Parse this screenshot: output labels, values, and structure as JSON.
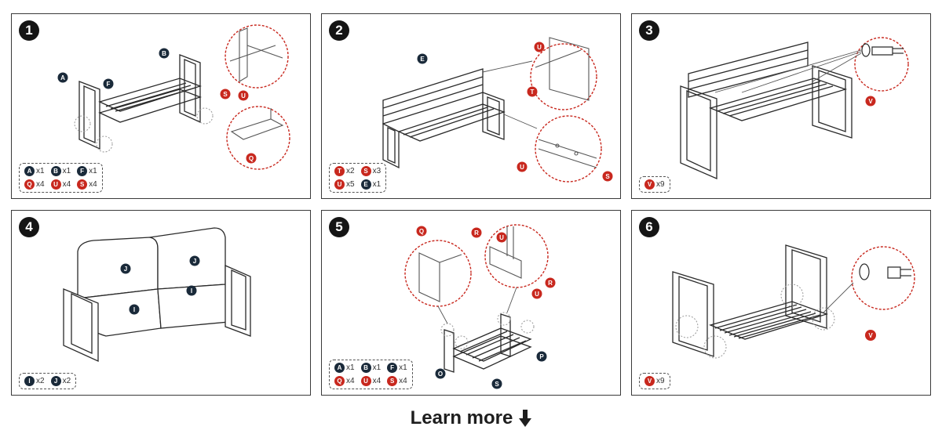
{
  "colors": {
    "dark_badge": "#1a2a3a",
    "red_badge": "#c8281e",
    "line": "#2a2a2a",
    "callout": "#c8281e"
  },
  "steps": [
    {
      "number": "1",
      "legend": [
        [
          {
            "letter": "A",
            "qty": "x1",
            "color": "dark"
          },
          {
            "letter": "B",
            "qty": "x1",
            "color": "dark"
          },
          {
            "letter": "F",
            "qty": "x1",
            "color": "dark"
          }
        ],
        [
          {
            "letter": "Q",
            "qty": "x4",
            "color": "red"
          },
          {
            "letter": "U",
            "qty": "x4",
            "color": "red"
          },
          {
            "letter": "S",
            "qty": "x4",
            "color": "red"
          }
        ]
      ],
      "labels": [
        "A",
        "B",
        "F",
        "S",
        "U",
        "Q"
      ]
    },
    {
      "number": "2",
      "legend": [
        [
          {
            "letter": "T",
            "qty": "x2",
            "color": "red"
          },
          {
            "letter": "S",
            "qty": "x3",
            "color": "red"
          }
        ],
        [
          {
            "letter": "U",
            "qty": "x5",
            "color": "red"
          },
          {
            "letter": "E",
            "qty": "x1",
            "color": "dark"
          }
        ]
      ],
      "labels": [
        "E",
        "U",
        "T",
        "U",
        "S"
      ]
    },
    {
      "number": "3",
      "legend": [
        [
          {
            "letter": "V",
            "qty": "x9",
            "color": "red"
          }
        ]
      ],
      "labels": [
        "V"
      ]
    },
    {
      "number": "4",
      "legend": [
        [
          {
            "letter": "I",
            "qty": "x2",
            "color": "dark"
          },
          {
            "letter": "J",
            "qty": "x2",
            "color": "dark"
          }
        ]
      ],
      "labels": [
        "J",
        "J",
        "I",
        "I"
      ]
    },
    {
      "number": "5",
      "legend": [
        [
          {
            "letter": "A",
            "qty": "x1",
            "color": "dark"
          },
          {
            "letter": "B",
            "qty": "x1",
            "color": "dark"
          },
          {
            "letter": "F",
            "qty": "x1",
            "color": "dark"
          }
        ],
        [
          {
            "letter": "Q",
            "qty": "x4",
            "color": "red"
          },
          {
            "letter": "U",
            "qty": "x4",
            "color": "red"
          },
          {
            "letter": "S",
            "qty": "x4",
            "color": "red"
          }
        ]
      ],
      "labels": [
        "Q",
        "R",
        "U",
        "R",
        "U",
        "P",
        "O",
        "S"
      ]
    },
    {
      "number": "6",
      "legend": [
        [
          {
            "letter": "V",
            "qty": "x9",
            "color": "red"
          }
        ]
      ],
      "labels": [
        "V"
      ]
    }
  ],
  "footer": {
    "learn_more": "Learn more",
    "icon": "arrow-down-icon"
  }
}
